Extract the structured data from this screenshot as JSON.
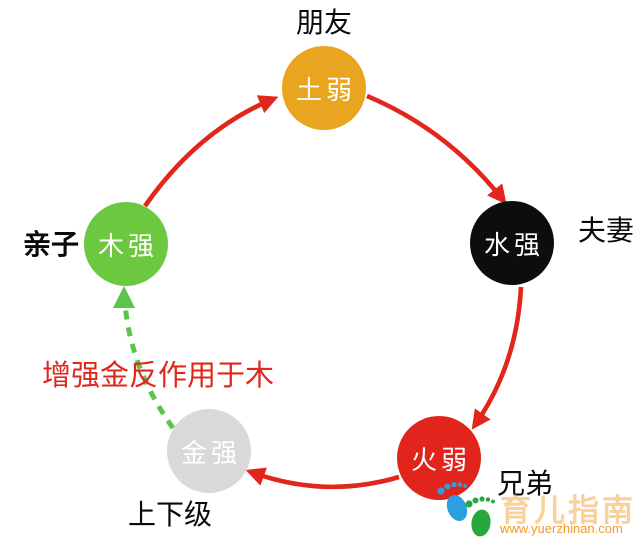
{
  "diagram": {
    "nodes": [
      {
        "key": "earth",
        "text": "土弱",
        "relation": "朋友",
        "color": "#e9a51f"
      },
      {
        "key": "water",
        "text": "水强",
        "relation": "夫妻",
        "color": "#0d0d0d"
      },
      {
        "key": "fire",
        "text": "火弱",
        "relation": "兄弟",
        "color": "#e1251c"
      },
      {
        "key": "metal",
        "text": "金强",
        "relation": "上下级",
        "color": "#d9d9d9"
      },
      {
        "key": "wood",
        "text": "木强",
        "relation": "亲子",
        "color": "#6cc83e"
      }
    ],
    "annotation": {
      "text": "增强金反作用于木",
      "color": "#e1261c"
    },
    "arrow_colors": {
      "cycle": "#e1261c",
      "feedback": "#5cc44a"
    }
  },
  "watermark": {
    "brand": "育儿指南",
    "url": "www.yuerzhinan.com",
    "accent_color": "#f59a23",
    "logo_colors": {
      "left_foot": "#2b9fe0",
      "right_foot": "#27a73c"
    }
  }
}
